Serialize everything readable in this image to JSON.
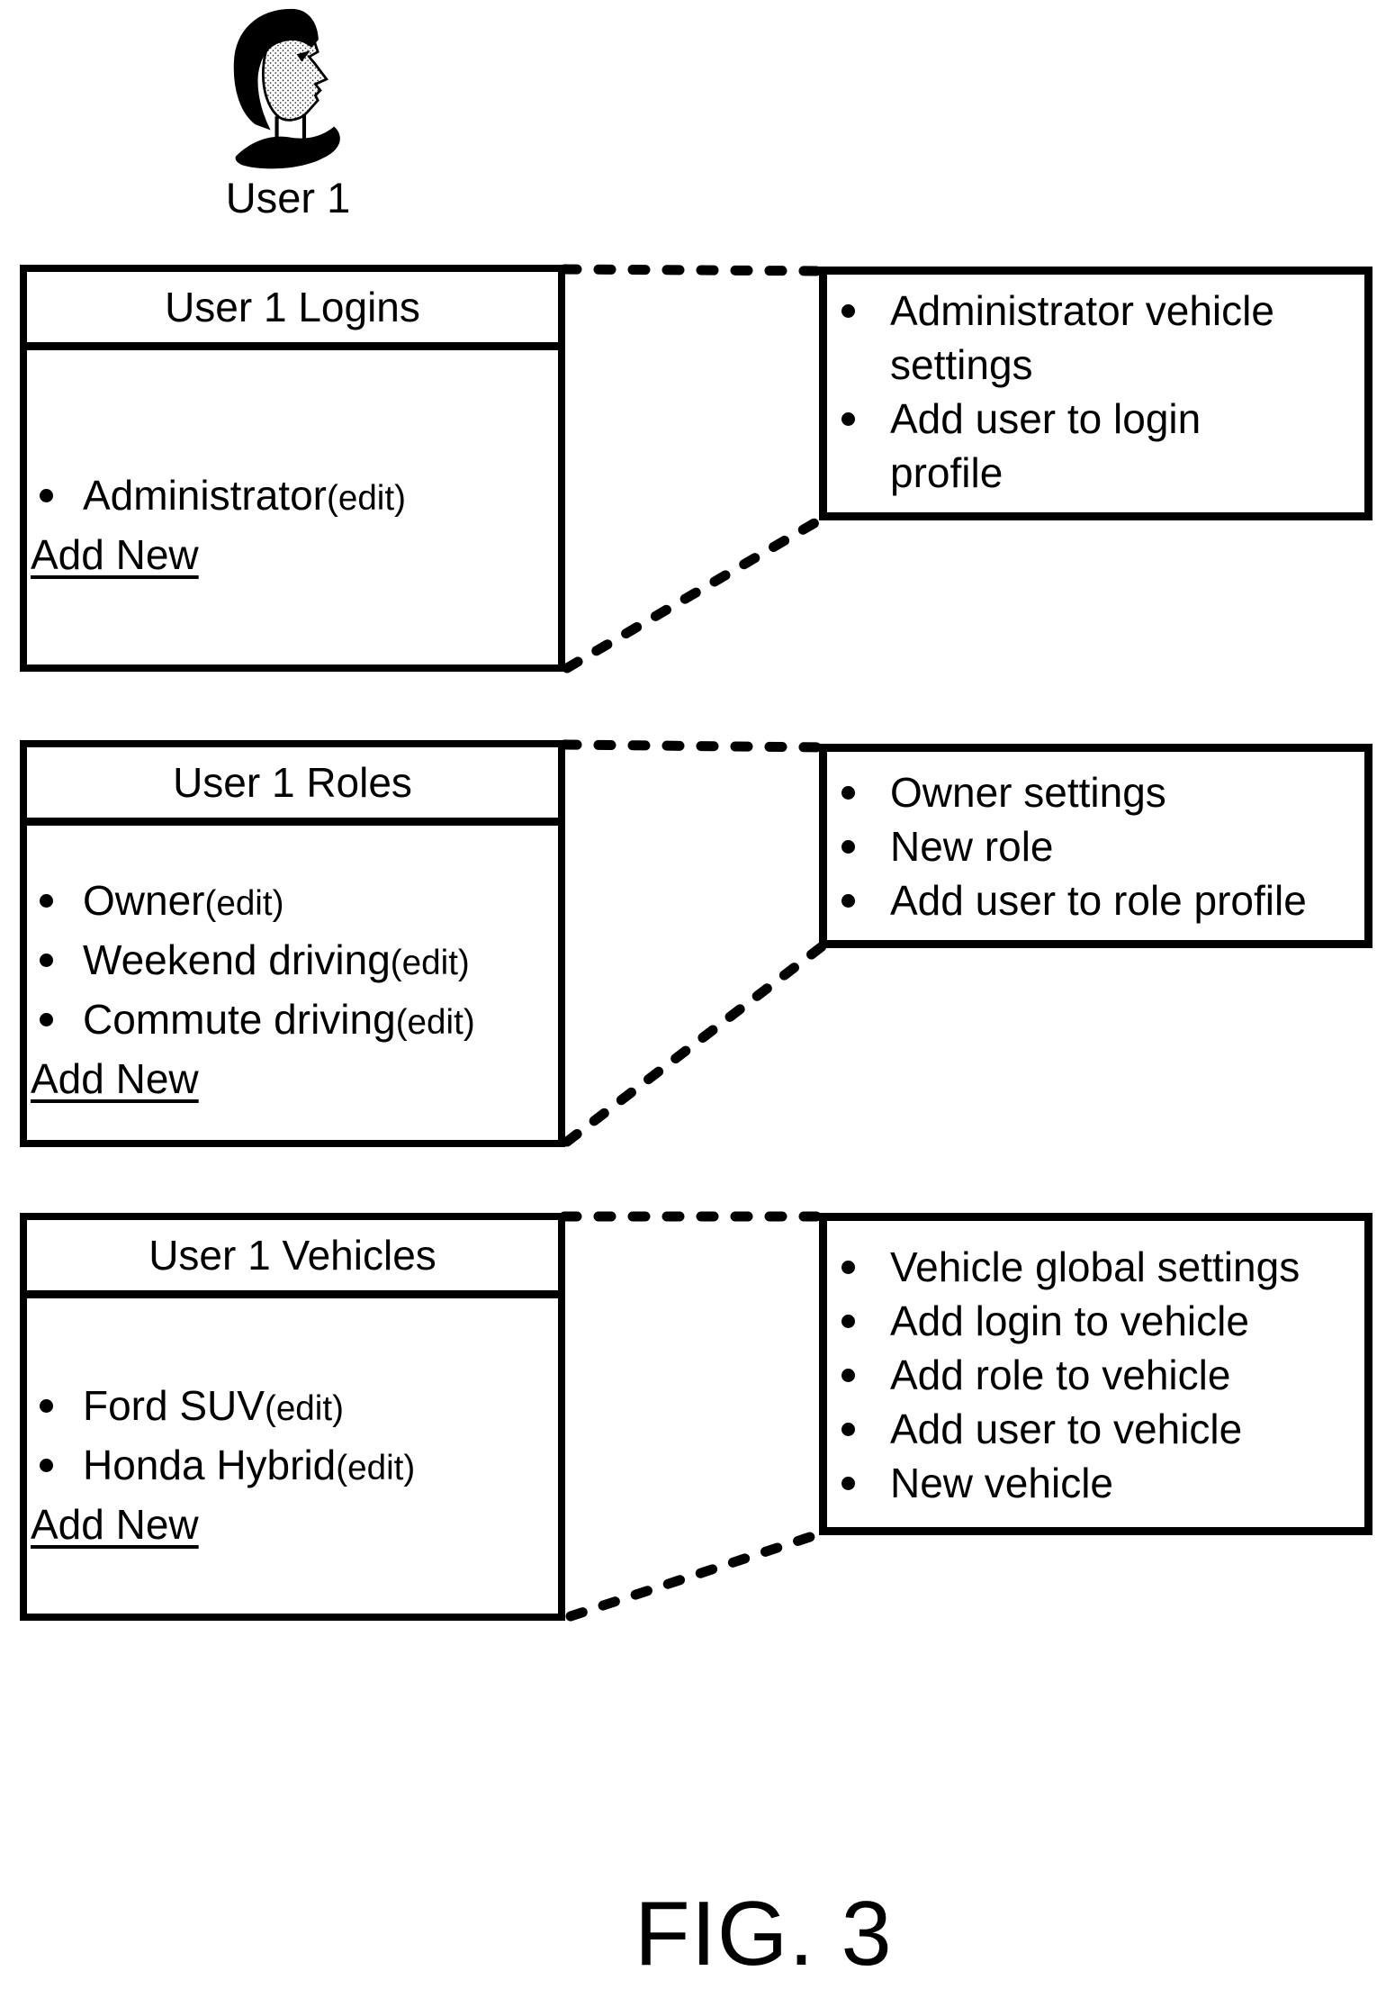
{
  "figure": {
    "caption": "FIG. 3",
    "user_label": "User 1"
  },
  "panels": [
    {
      "title": "User 1 Logins",
      "items": [
        {
          "name": "Administrator",
          "edit": "(edit)"
        }
      ],
      "add_link": "Add New",
      "menu": [
        "Administrator vehicle settings",
        "Add user to login profile"
      ]
    },
    {
      "title": "User 1 Roles",
      "items": [
        {
          "name": "Owner",
          "edit": "(edit)"
        },
        {
          "name": "Weekend driving",
          "edit": "(edit)"
        },
        {
          "name": "Commute driving",
          "edit": "(edit)"
        }
      ],
      "add_link": "Add New",
      "menu": [
        "Owner settings",
        "New role",
        "Add user to role profile"
      ]
    },
    {
      "title": "User 1 Vehicles",
      "items": [
        {
          "name": "Ford SUV",
          "edit": "(edit)"
        },
        {
          "name": "Honda Hybrid",
          "edit": "(edit)"
        }
      ],
      "add_link": "Add New",
      "menu": [
        "Vehicle global settings",
        "Add login to vehicle",
        "Add role to vehicle",
        "Add user to vehicle",
        "New vehicle"
      ]
    }
  ],
  "colors": {
    "ink": "#000000",
    "background": "#ffffff"
  }
}
